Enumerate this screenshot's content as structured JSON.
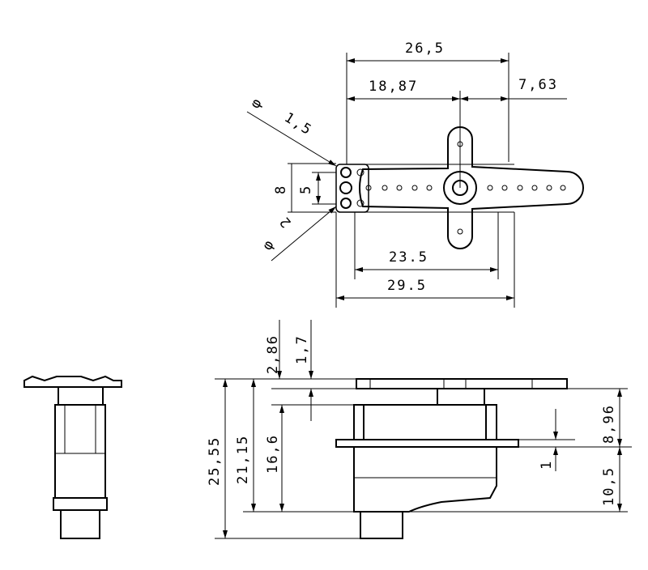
{
  "top_view": {
    "overall_width": "26,5",
    "horn_offset": "18,87",
    "right_offset": "7,63",
    "hole_small_symbol": "φ",
    "hole_small_dia": "1,5",
    "hole_large_symbol": "φ",
    "hole_large_dia": "2",
    "tab_height": "8",
    "hole_spacing": "5",
    "body_length": "23.5",
    "mount_length": "29.5"
  },
  "side_view": {
    "horn_thickness": "2,86",
    "gap": "1,7",
    "total_height": "25,55",
    "height_to_bottom": "21,15",
    "body_height": "16,6",
    "flange_thickness": "1",
    "upper_height": "8,96",
    "lower_height": "10,5"
  }
}
